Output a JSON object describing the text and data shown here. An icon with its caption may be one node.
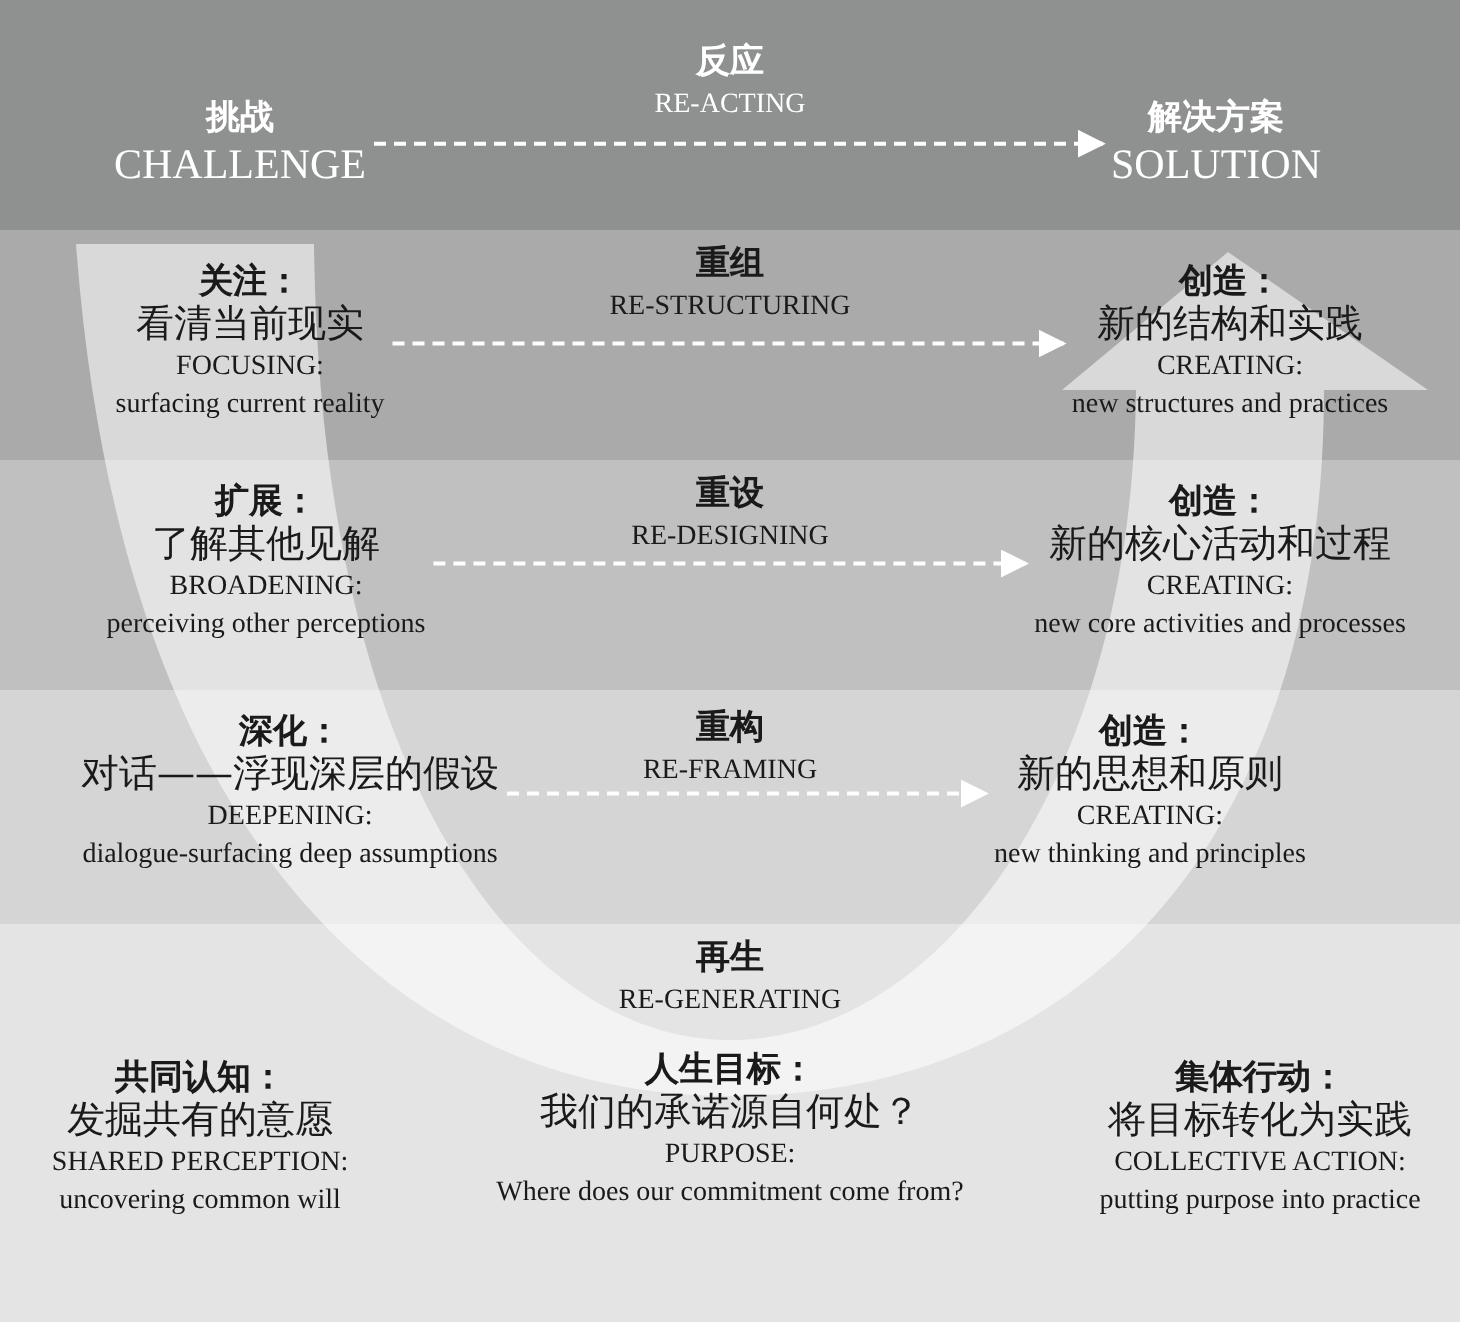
{
  "diagram": {
    "nodes": [
      {
        "text": [
          "反应",
          "RE-ACTING"
        ]
      },
      {
        "text": [
          "挑战",
          "CHALLENGE"
        ],
        "in": 0
      },
      {
        "text": [
          "解决方案",
          "SOLUTION"
        ],
        "in": 0
      },
      {
        "text": [
          "重组",
          "RE-STRUCTURING"
        ]
      },
      {
        "text": [
          "关注：",
          "看清当前现实",
          "FOCUSING:",
          "surfacing current reality"
        ],
        "in": 3
      },
      {
        "text": [
          "创造：",
          "新的结构和实践",
          "CREATING:",
          "new structures and practices"
        ],
        "in": 3
      },
      {
        "text": [
          "重设",
          "RE-DESIGNING"
        ]
      },
      {
        "text": [
          "扩展：",
          "了解其他见解",
          "BROADENING:",
          "perceiving other perceptions"
        ],
        "in": 6
      },
      {
        "text": [
          "创造：",
          "新的核心活动和过程",
          "CREATING:",
          "new core activities and processes"
        ],
        "in": 6
      },
      {
        "text": [
          "重构",
          "RE-FRAMING"
        ]
      },
      {
        "text": [
          "深化：",
          "对话——浮现深层的假设",
          "DEEPENING:",
          "dialogue-surfacing deep assumptions"
        ],
        "in": 9
      },
      {
        "text": [
          "创造：",
          "新的思想和原则",
          "CREATING:",
          "new thinking and principles"
        ],
        "in": 9
      },
      {
        "text": [
          "再生",
          "RE-GENERATING"
        ]
      },
      {
        "text": [
          "共同认知：",
          "发掘共有的意愿",
          "SHARED PERCEPTION:",
          "uncovering common will"
        ],
        "in": 12
      },
      {
        "text": [
          "人生目标：",
          "我们的承诺源自何处？",
          "PURPOSE:",
          "Where does our commitment come from?"
        ],
        "in": 12
      },
      {
        "text": [
          "集体行动：",
          "将目标转化为实践",
          "COLLECTIVE ACTION:",
          "putting purpose into practice"
        ],
        "in": 12
      }
    ],
    "edges": [
      {
        "from": 1,
        "to": 2,
        "arrow": "to",
        "style": "dashed"
      },
      {
        "from": 4,
        "to": 5,
        "arrow": "to",
        "style": "dashed"
      },
      {
        "from": 7,
        "to": 8,
        "arrow": "to",
        "style": "dashed"
      },
      {
        "from": 10,
        "to": 11,
        "arrow": "to",
        "style": "dashed"
      }
    ]
  }
}
